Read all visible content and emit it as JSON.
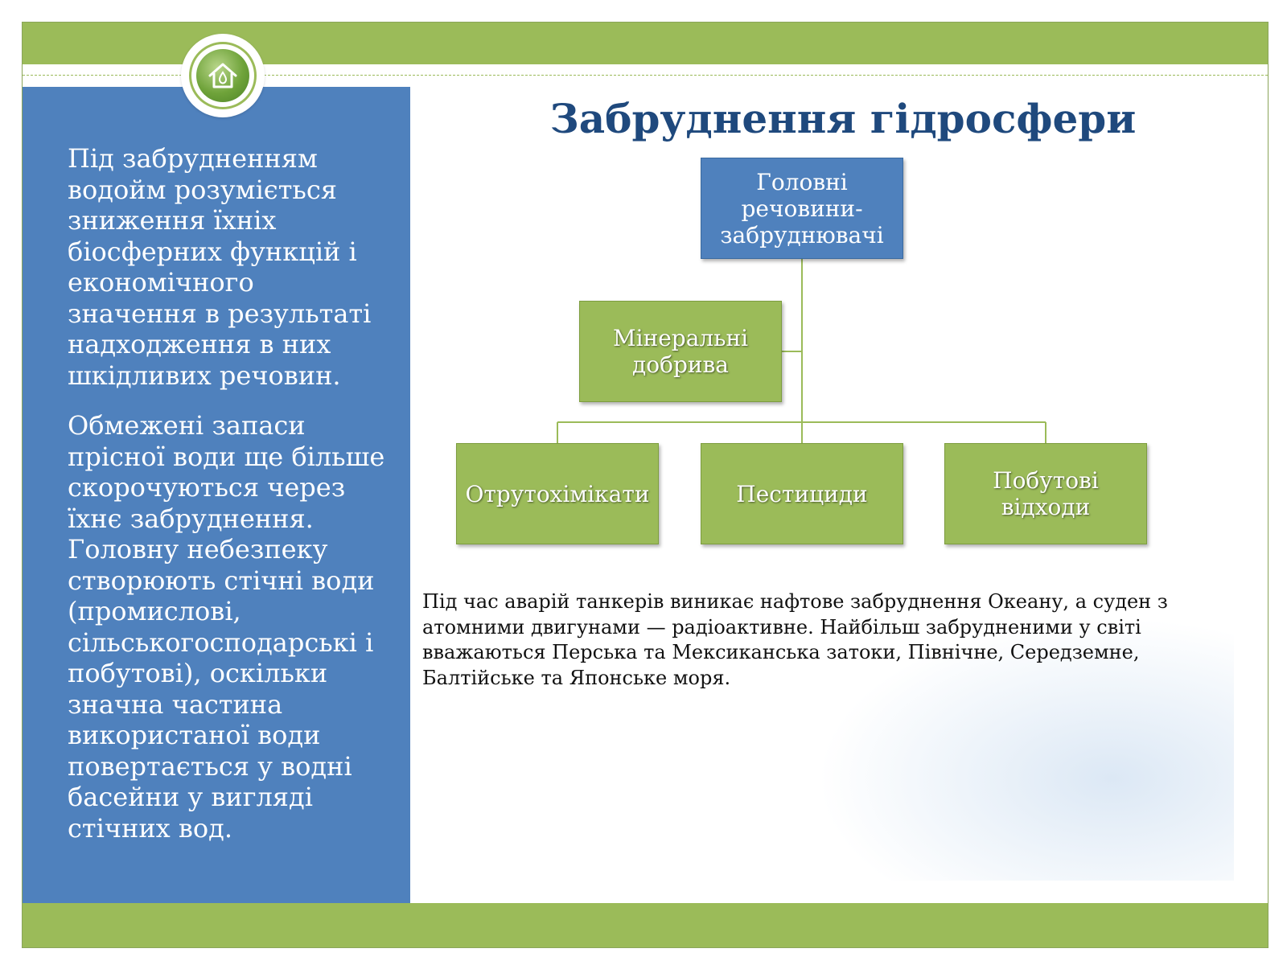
{
  "slide": {
    "title": "Забруднення гідросфери",
    "left_panel": {
      "paragraphs": [
        "Під забрудненням водойм розуміється зниження їхніх біосферних функцій і економічного значення в результаті надходження в них шкідливих речовин.",
        "Обмежені запаси прісної води ще більше скорочуються через їхнє забруднення. Головну небезпеку створюють стічні води (промислові, сільськогосподарські і побутові), оскільки значна частина використаної води повертається у водні басейни у вигляді стічних вод."
      ]
    },
    "diagram": {
      "root": "Головні речовини-забруднювачі",
      "nodes": {
        "mineral": "Мінеральні добрива",
        "otrut": "Отрутохімікати",
        "pest": "Пестициди",
        "pobut": "Побутові відходи"
      }
    },
    "bottom_text": "Під час аварій танкерів виникає нафтове забруднення Океану, а суден з атомними двигунами — радіоактивне. Найбільш забрудненими у світі вважаються Перська та Мексиканська затоки, Північне, Середземне, Балтійське та Японське моря."
  },
  "colors": {
    "green": "#9bbb59",
    "blue": "#4f81bd",
    "title": "#1f497d"
  },
  "icons": [
    "house-logo-icon",
    "water-drop-icon"
  ]
}
